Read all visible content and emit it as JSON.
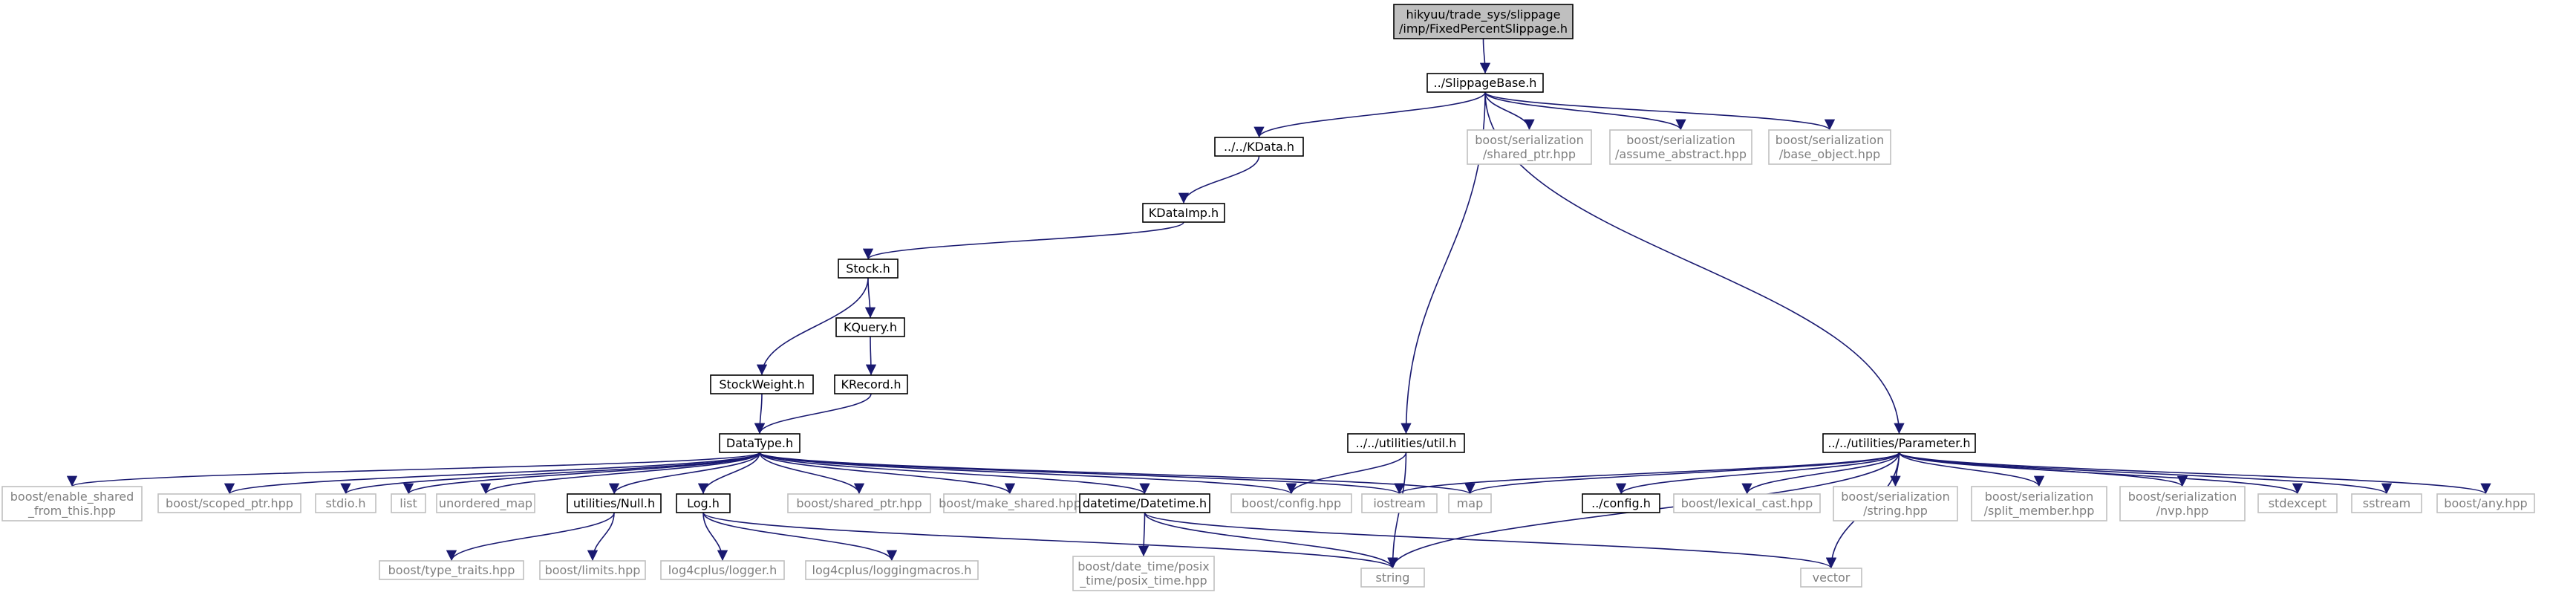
{
  "diagram": {
    "nodes": [
      {
        "id": "root",
        "kind": "root",
        "lines": [
          "hikyuu/trade_sys/slippage",
          "/imp/FixedPercentSlippage.h"
        ]
      },
      {
        "id": "slippagebase",
        "kind": "local",
        "lines": [
          "../SlippageBase.h"
        ]
      },
      {
        "id": "kdata",
        "kind": "local",
        "lines": [
          "../../KData.h"
        ]
      },
      {
        "id": "ser_shared_ptr",
        "kind": "ext",
        "lines": [
          "boost/serialization",
          "/shared_ptr.hpp"
        ]
      },
      {
        "id": "ser_assume_abstract",
        "kind": "ext",
        "lines": [
          "boost/serialization",
          "/assume_abstract.hpp"
        ]
      },
      {
        "id": "ser_base_object",
        "kind": "ext",
        "lines": [
          "boost/serialization",
          "/base_object.hpp"
        ]
      },
      {
        "id": "kdataimp",
        "kind": "local",
        "lines": [
          "KDataImp.h"
        ]
      },
      {
        "id": "stock",
        "kind": "local",
        "lines": [
          "Stock.h"
        ]
      },
      {
        "id": "kquery",
        "kind": "local",
        "lines": [
          "KQuery.h"
        ]
      },
      {
        "id": "stockweight",
        "kind": "local",
        "lines": [
          "StockWeight.h"
        ]
      },
      {
        "id": "krecord",
        "kind": "local",
        "lines": [
          "KRecord.h"
        ]
      },
      {
        "id": "util",
        "kind": "local",
        "lines": [
          "../../utilities/util.h"
        ]
      },
      {
        "id": "parameter",
        "kind": "local",
        "lines": [
          "../../utilities/Parameter.h"
        ]
      },
      {
        "id": "datatype",
        "kind": "local",
        "lines": [
          "DataType.h"
        ]
      },
      {
        "id": "enable_shared",
        "kind": "ext",
        "lines": [
          "boost/enable_shared",
          "_from_this.hpp"
        ]
      },
      {
        "id": "scoped_ptr",
        "kind": "ext",
        "lines": [
          "boost/scoped_ptr.hpp"
        ]
      },
      {
        "id": "stdio",
        "kind": "ext",
        "lines": [
          "stdio.h"
        ]
      },
      {
        "id": "list",
        "kind": "ext",
        "lines": [
          "list"
        ]
      },
      {
        "id": "unordered_map",
        "kind": "ext",
        "lines": [
          "unordered_map"
        ]
      },
      {
        "id": "null",
        "kind": "local",
        "lines": [
          "utilities/Null.h"
        ]
      },
      {
        "id": "log",
        "kind": "local",
        "lines": [
          "Log.h"
        ]
      },
      {
        "id": "shared_ptr",
        "kind": "ext",
        "lines": [
          "boost/shared_ptr.hpp"
        ]
      },
      {
        "id": "make_shared",
        "kind": "ext",
        "lines": [
          "boost/make_shared.hpp"
        ]
      },
      {
        "id": "datetime",
        "kind": "local",
        "lines": [
          "datetime/Datetime.h"
        ]
      },
      {
        "id": "boost_config",
        "kind": "ext",
        "lines": [
          "boost/config.hpp"
        ]
      },
      {
        "id": "iostream",
        "kind": "ext",
        "lines": [
          "iostream"
        ]
      },
      {
        "id": "map",
        "kind": "ext",
        "lines": [
          "map"
        ]
      },
      {
        "id": "config",
        "kind": "local",
        "lines": [
          "../config.h"
        ]
      },
      {
        "id": "lexical_cast",
        "kind": "ext",
        "lines": [
          "boost/lexical_cast.hpp"
        ]
      },
      {
        "id": "ser_string",
        "kind": "ext",
        "lines": [
          "boost/serialization",
          "/string.hpp"
        ]
      },
      {
        "id": "ser_split_member",
        "kind": "ext",
        "lines": [
          "boost/serialization",
          "/split_member.hpp"
        ]
      },
      {
        "id": "ser_nvp",
        "kind": "ext",
        "lines": [
          "boost/serialization",
          "/nvp.hpp"
        ]
      },
      {
        "id": "stdexcept",
        "kind": "ext",
        "lines": [
          "stdexcept"
        ]
      },
      {
        "id": "sstream",
        "kind": "ext",
        "lines": [
          "sstream"
        ]
      },
      {
        "id": "any",
        "kind": "ext",
        "lines": [
          "boost/any.hpp"
        ]
      },
      {
        "id": "type_traits",
        "kind": "ext",
        "lines": [
          "boost/type_traits.hpp"
        ]
      },
      {
        "id": "limits",
        "kind": "ext",
        "lines": [
          "boost/limits.hpp"
        ]
      },
      {
        "id": "logger",
        "kind": "ext",
        "lines": [
          "log4cplus/logger.h"
        ]
      },
      {
        "id": "loggingmacros",
        "kind": "ext",
        "lines": [
          "log4cplus/loggingmacros.h"
        ]
      },
      {
        "id": "posix_time",
        "kind": "ext",
        "lines": [
          "boost/date_time/posix",
          "_time/posix_time.hpp"
        ]
      },
      {
        "id": "string",
        "kind": "ext",
        "lines": [
          "string"
        ]
      },
      {
        "id": "vector",
        "kind": "ext",
        "lines": [
          "vector"
        ]
      }
    ],
    "edges": [
      [
        "root",
        "slippagebase"
      ],
      [
        "slippagebase",
        "kdata"
      ],
      [
        "slippagebase",
        "ser_shared_ptr"
      ],
      [
        "slippagebase",
        "ser_assume_abstract"
      ],
      [
        "slippagebase",
        "ser_base_object"
      ],
      [
        "slippagebase",
        "util"
      ],
      [
        "slippagebase",
        "parameter"
      ],
      [
        "kdata",
        "kdataimp"
      ],
      [
        "kdataimp",
        "stock"
      ],
      [
        "stock",
        "kquery"
      ],
      [
        "stock",
        "stockweight"
      ],
      [
        "kquery",
        "krecord"
      ],
      [
        "stockweight",
        "datatype"
      ],
      [
        "krecord",
        "datatype"
      ],
      [
        "datatype",
        "enable_shared"
      ],
      [
        "datatype",
        "scoped_ptr"
      ],
      [
        "datatype",
        "stdio"
      ],
      [
        "datatype",
        "list"
      ],
      [
        "datatype",
        "unordered_map"
      ],
      [
        "datatype",
        "null"
      ],
      [
        "datatype",
        "log"
      ],
      [
        "datatype",
        "shared_ptr"
      ],
      [
        "datatype",
        "make_shared"
      ],
      [
        "datatype",
        "datetime"
      ],
      [
        "datatype",
        "boost_config"
      ],
      [
        "datatype",
        "iostream"
      ],
      [
        "datatype",
        "map"
      ],
      [
        "util",
        "boost_config"
      ],
      [
        "util",
        "string"
      ],
      [
        "parameter",
        "iostream"
      ],
      [
        "parameter",
        "map"
      ],
      [
        "parameter",
        "config"
      ],
      [
        "parameter",
        "lexical_cast"
      ],
      [
        "parameter",
        "ser_string"
      ],
      [
        "parameter",
        "ser_split_member"
      ],
      [
        "parameter",
        "ser_nvp"
      ],
      [
        "parameter",
        "stdexcept"
      ],
      [
        "parameter",
        "sstream"
      ],
      [
        "parameter",
        "any"
      ],
      [
        "parameter",
        "string"
      ],
      [
        "parameter",
        "vector"
      ],
      [
        "null",
        "type_traits"
      ],
      [
        "null",
        "limits"
      ],
      [
        "log",
        "logger"
      ],
      [
        "log",
        "loggingmacros"
      ],
      [
        "log",
        "string"
      ],
      [
        "datetime",
        "posix_time"
      ],
      [
        "datetime",
        "string"
      ],
      [
        "datetime",
        "vector"
      ]
    ]
  }
}
